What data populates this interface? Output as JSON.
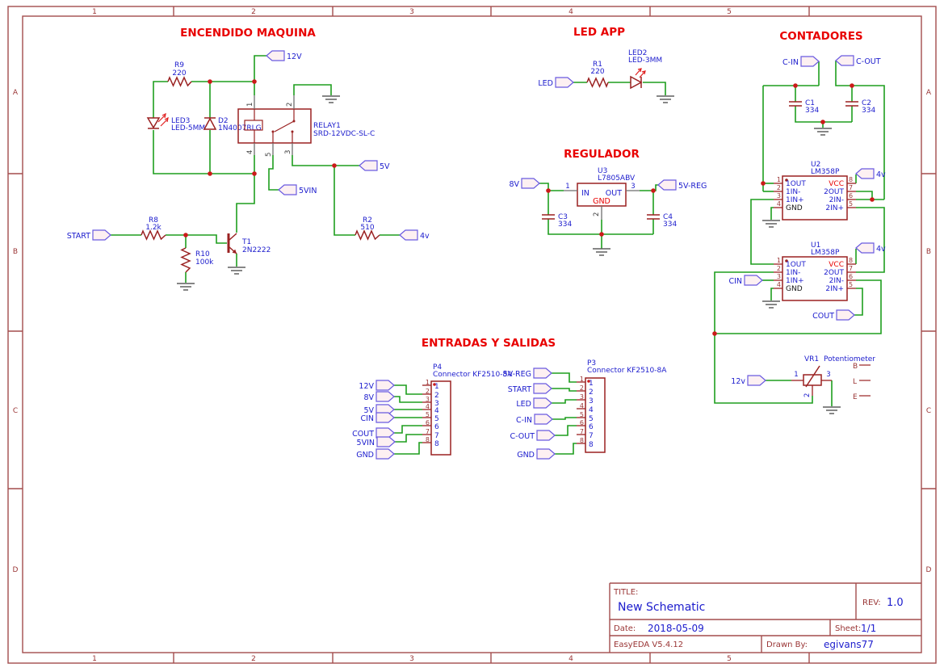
{
  "sheet": {
    "frame_cols": [
      "1",
      "2",
      "3",
      "4",
      "5"
    ],
    "frame_rows": [
      "A",
      "B",
      "C",
      "D"
    ]
  },
  "sections": {
    "encendido": "ENCENDIDO MAQUINA",
    "led_app": "LED APP",
    "regulador": "REGULADOR",
    "contadores": "CONTADORES",
    "entradas": "ENTRADAS Y SALIDAS"
  },
  "parts": {
    "r9": {
      "ref": "R9",
      "val": "220"
    },
    "r8": {
      "ref": "R8",
      "val": "1.2k"
    },
    "r10": {
      "ref": "R10",
      "val": "100k"
    },
    "r2": {
      "ref": "R2",
      "val": "510"
    },
    "r1": {
      "ref": "R1",
      "val": "220"
    },
    "led3": {
      "ref": "LED3",
      "val": "LED-5MM"
    },
    "led2": {
      "ref": "LED2",
      "val": "LED-3MM"
    },
    "d2": {
      "ref": "D2",
      "val": "1N4007RLG"
    },
    "relay1": {
      "ref": "RELAY1",
      "val": "SRD-12VDC-SL-C",
      "pins": [
        "1",
        "2",
        "4",
        "5",
        "3"
      ]
    },
    "t1": {
      "ref": "T1",
      "val": "2N2222"
    },
    "u3": {
      "ref": "U3",
      "val": "L7805ABV",
      "pin_names": [
        "IN",
        "OUT",
        "GND"
      ],
      "pin_nums": [
        "1",
        "3",
        "2"
      ]
    },
    "c1": {
      "ref": "C1",
      "val": "334"
    },
    "c2": {
      "ref": "C2",
      "val": "334"
    },
    "c3": {
      "ref": "C3",
      "val": "334"
    },
    "c4": {
      "ref": "C4",
      "val": "334"
    },
    "u2": {
      "ref": "U2",
      "val": "LM358P"
    },
    "u1": {
      "ref": "U1",
      "val": "LM358P"
    },
    "vr1": {
      "ref": "VR1",
      "val": "Potentiometer",
      "aux": [
        "B",
        "L",
        "E"
      ],
      "pin_nums": [
        "1",
        "2",
        "3"
      ]
    },
    "p4": {
      "ref": "P4",
      "val": "Connector KF2510-8A"
    },
    "p3": {
      "ref": "P3",
      "val": "Connector KF2510-8A"
    }
  },
  "opamp": {
    "left": [
      "1OUT",
      "1IN-",
      "1IN+",
      "GND"
    ],
    "right": [
      "VCC",
      "2OUT",
      "2IN-",
      "2IN+"
    ],
    "lnum": [
      "1",
      "2",
      "3",
      "4"
    ],
    "rnum": [
      "8",
      "7",
      "6",
      "5"
    ]
  },
  "conn_nums": [
    "1",
    "2",
    "3",
    "4",
    "5",
    "6",
    "7",
    "8"
  ],
  "flags": {
    "v12": "12V",
    "v12l": "12v",
    "v8": "8V",
    "v5": "5V",
    "v5in": "5VIN",
    "v5reg": "5V-REG",
    "v4": "4v",
    "start": "START",
    "led": "LED",
    "cin": "CIN",
    "cout": "COUT",
    "cin_d": "C-IN",
    "cout_d": "C-OUT",
    "gnd": "GND"
  },
  "title_block": {
    "title_label": "TITLE:",
    "title": "New Schematic",
    "rev_label": "REV:",
    "rev": "1.0",
    "date_label": "Date:",
    "date": "2018-05-09",
    "sheet_label": "Sheet:",
    "sheet": "1/1",
    "software": "EasyEDA V5.4.12",
    "drawn_label": "Drawn By:",
    "drawn": "egivans77"
  }
}
